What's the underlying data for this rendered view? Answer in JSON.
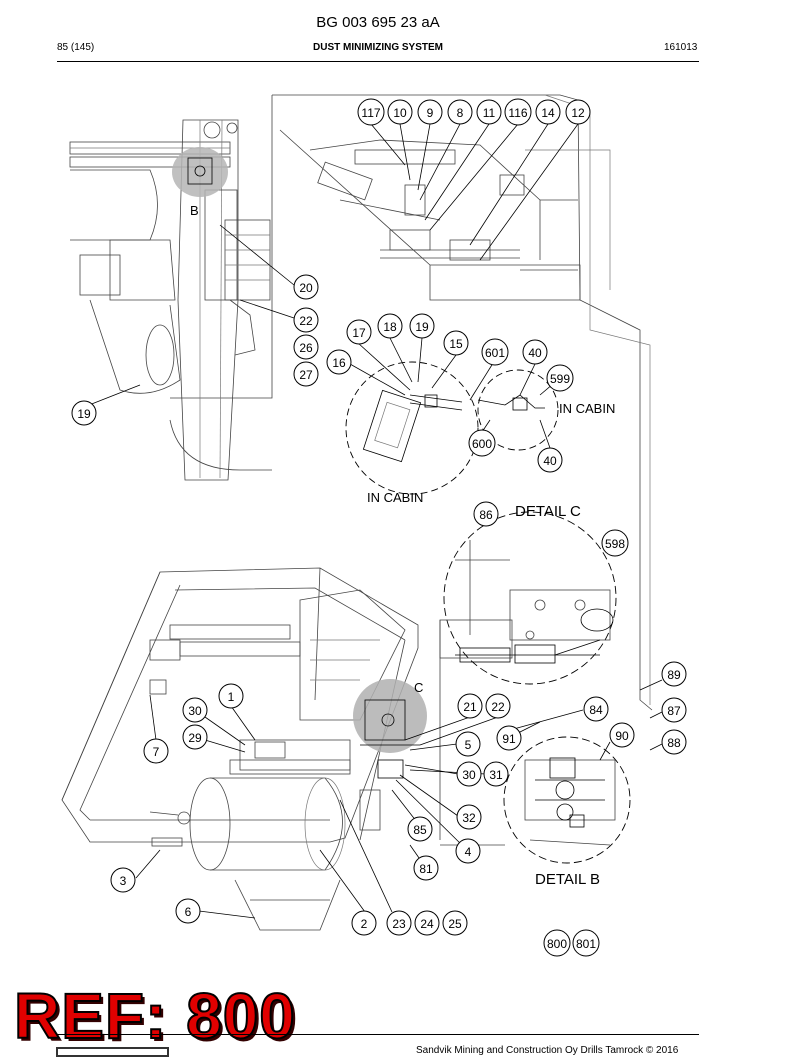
{
  "header": {
    "doc_code": "BG 003 695 23 aA",
    "page": "85 (145)",
    "section": "DUST MINIMIZING SYSTEM",
    "date": "161013"
  },
  "labels": {
    "B": "B",
    "C": "C",
    "in_cabin_1": "IN CABIN",
    "in_cabin_2": "IN CABIN",
    "detail_c": "DETAIL C",
    "detail_b": "DETAIL B"
  },
  "callouts": [
    "117",
    "10",
    "9",
    "8",
    "11",
    "116",
    "14",
    "12",
    "20",
    "22",
    "26",
    "27",
    "17",
    "18",
    "19",
    "15",
    "601",
    "40",
    "16",
    "599",
    "19",
    "600",
    "40",
    "86",
    "598",
    "1",
    "30",
    "29",
    "7",
    "21",
    "22",
    "84",
    "89",
    "91",
    "5",
    "87",
    "90",
    "88",
    "30",
    "31",
    "32",
    "85",
    "4",
    "81",
    "3",
    "6",
    "2",
    "23",
    "24",
    "25",
    "800",
    "801"
  ],
  "ref_stamp": "REF: 800",
  "footer": {
    "copyright": "Sandvik Mining and Construction Oy Drills Tamrock © 2016"
  }
}
